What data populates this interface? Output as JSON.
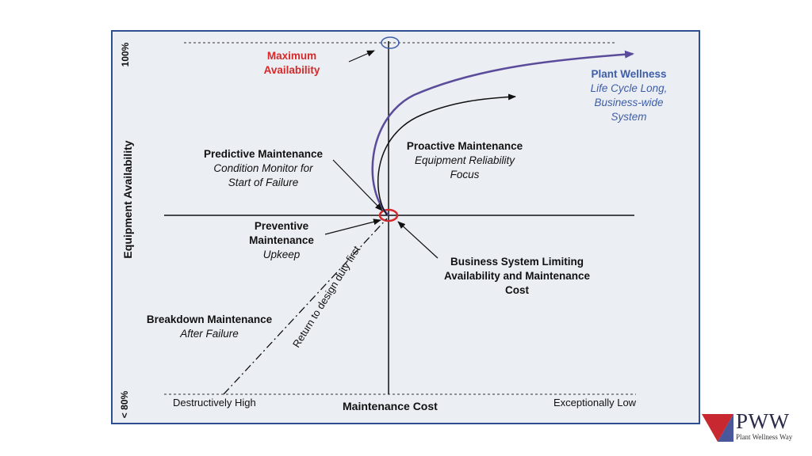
{
  "axes": {
    "y_label": "Equipment Availability",
    "y_top": "100%",
    "y_bottom": "< 80%",
    "x_label": "Maintenance Cost",
    "x_left": "Destructively High",
    "x_right": "Exceptionally Low"
  },
  "nodes": {
    "maximum": {
      "line1": "Maximum",
      "line2": "Availability"
    },
    "plant": {
      "title": "Plant Wellness",
      "line1": "Life Cycle Long,",
      "line2": "Business-wide",
      "line3": "System"
    },
    "proactive": {
      "title": "Proactive Maintenance",
      "line1": "Equipment Reliability",
      "line2": "Focus"
    },
    "predictive": {
      "title": "Predictive Maintenance",
      "line1": "Condition Monitor for",
      "line2": "Start of Failure"
    },
    "preventive": {
      "title1": "Preventive",
      "title2": "Maintenance",
      "line1": "Upkeep"
    },
    "business": {
      "line1": "Business System Limiting",
      "line2": "Availability and Maintenance",
      "line3": "Cost"
    },
    "breakdown": {
      "title": "Breakdown Maintenance",
      "line1": "After Failure"
    },
    "design": {
      "text": "Return to design duty first"
    }
  },
  "logo": {
    "mark": "PWW",
    "sub": "Plant Wellness Way"
  },
  "colors": {
    "frame": "#2e4f8f",
    "panel": "#ebeef3",
    "red": "#d42a2a",
    "purple": "#5a4c9a",
    "blue": "#3e5ea8"
  }
}
